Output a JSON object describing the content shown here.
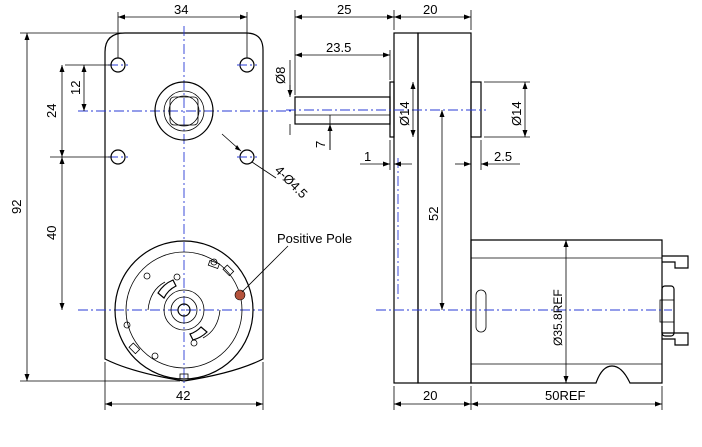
{
  "dimensions": {
    "front_width_top": "34",
    "front_height_total": "92",
    "front_hole_offset": "12",
    "front_hole_spacing_24": "24",
    "front_motor_distance": "40",
    "front_width_bottom": "42",
    "mount_holes": "4-Ø4.5",
    "side_gear_length": "25",
    "side_gear_thickness": "20",
    "shaft_length": "23.5",
    "shaft_diameter": "Ø8",
    "shaft_flat": "7",
    "boss_diameter_left": "Ø14",
    "boss_diameter_right": "Ø14",
    "boss_protrusion": "1",
    "boss_protrusion_right": "2.5",
    "shaft_to_motor": "52",
    "motor_diameter": "Ø35.8REF",
    "side_bottom_thickness": "20",
    "motor_length": "50REF"
  },
  "labels": {
    "positive_pole": "Positive Pole"
  },
  "colors": {
    "centerline": "#2a3bd6",
    "pole_marker": "#b5533c"
  }
}
